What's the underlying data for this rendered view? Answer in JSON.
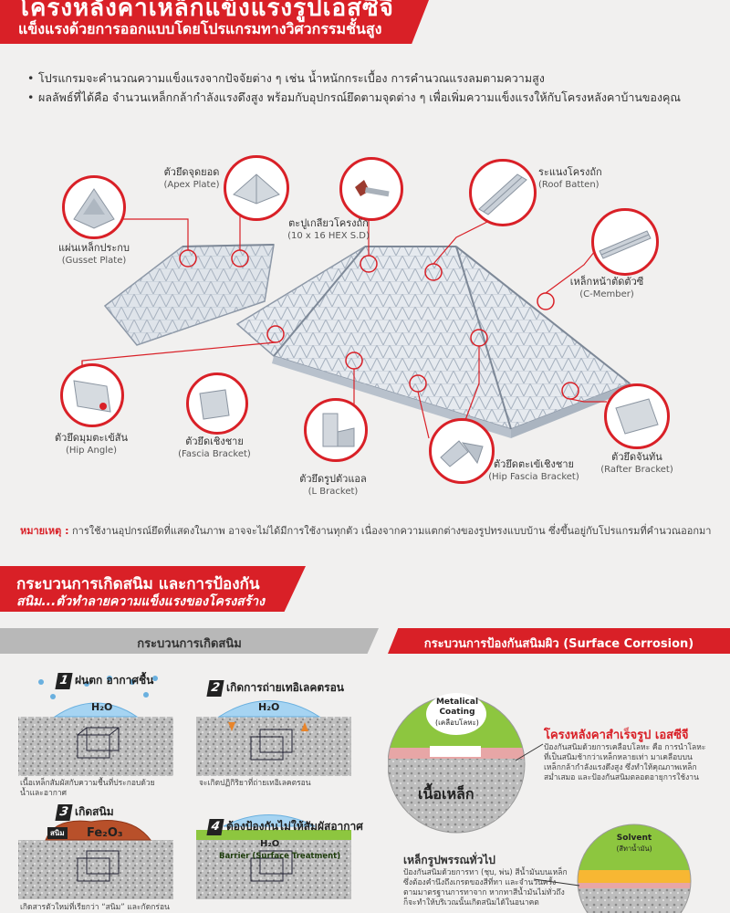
{
  "header": {
    "title": "โครงหลังคาเหล็กแข็งแรงรูปเอสซีจี",
    "subtitle": "แข็งแรงด้วยการออกแบบโดยโปรแกรมทางวิศวกรรมชั้นสูง"
  },
  "bullets": [
    "โปรแกรมจะคำนวณความแข็งแรงจากปัจจัยต่าง ๆ เช่น น้ำหนักกระเบื้อง การคำนวณแรงลมตามความสูง",
    "ผลลัพธ์ที่ได้คือ จำนวนเหล็กกล้ากำลังแรงดึงสูง พร้อมกับอุปกรณ์ยึดตามจุดต่าง ๆ เพื่อเพิ่มความแข็งแรงให้กับโครงหลังคาบ้านของคุณ"
  ],
  "callouts": {
    "apex": {
      "th": "ตัวยึดจุดยอด",
      "en": "(Apex Plate)",
      "icon": "apex-plate-icon"
    },
    "screw": {
      "th": "ตะปูเกลียวโครงถัก",
      "en": "(10 x 16 HEX S.D)",
      "icon": "hex-screw-icon"
    },
    "batten": {
      "th": "ระแนงโครงถัก",
      "en": "(Roof Batten)",
      "icon": "roof-batten-icon"
    },
    "gusset": {
      "th": "แผ่นเหล็กประกบ",
      "en": "(Gusset Plate)",
      "icon": "gusset-plate-icon"
    },
    "cmember": {
      "th": "เหล็กหน้าตัดตัวซี",
      "en": "(C-Member)",
      "icon": "c-member-icon"
    },
    "hip_angle": {
      "th": "ตัวยึดมุมตะเข้สัน",
      "en": "(Hip Angle)",
      "icon": "hip-angle-icon"
    },
    "fascia": {
      "th": "ตัวยึดเชิงชาย",
      "en": "(Fascia Bracket)",
      "icon": "fascia-bracket-icon"
    },
    "lbracket": {
      "th": "ตัวยึดรูปตัวแอล",
      "en": "(L Bracket)",
      "icon": "l-bracket-icon"
    },
    "hip_fascia": {
      "th": "ตัวยึดตะเข้เชิงชาย",
      "en": "(Hip Fascia Bracket)",
      "icon": "hip-fascia-bracket-icon"
    },
    "rafter": {
      "th": "ตัวยึดจันทัน",
      "en": "(Rafter Bracket)",
      "icon": "rafter-bracket-icon"
    }
  },
  "note": {
    "key": "หมายเหตุ :",
    "text": "การใช้งานอุปกรณ์ยึดที่แสดงในภาพ อาจจะไม่ได้มีการใช้งานทุกตัว เนื่องจากความแตกต่างของรูปทรงแบบบ้าน ซึ่งขึ้นอยู่กับโปรแกรมที่คำนวณออกมา"
  },
  "section2": {
    "title": "กระบวนการเกิดสนิม และการป้องกัน",
    "subtitle": "สนิม...ตัวทำลายความแข็งแรงของโครงสร้าง",
    "left_header": "กระบวนการเกิดสนิม",
    "right_header": "กระบวนการป้องกันสนิมผิว (Surface Corrosion)"
  },
  "steps": [
    {
      "num": "1",
      "title": "ฝนตก อากาศชื้น",
      "chem": "H₂O",
      "caption": [
        "เนื้อเหล็กสัมผัสกับความชื้นที่ประกอบด้วย",
        "น้ำและอากาศ"
      ]
    },
    {
      "num": "2",
      "title": "เกิดการถ่ายเทอิเลคตรอน",
      "chem": "H₂O",
      "caption": [
        "จะเกิดปฏิกิริยาที่ถ่ายเทอิเลคตรอน"
      ]
    },
    {
      "num": "3",
      "title": "เกิดสนิม",
      "chem": "Fe₂O₃",
      "tag": "สนิม",
      "caption": [
        "เกิดสารตัวใหม่ที่เรียกว่า “สนิม” และกัดกร่อน"
      ]
    },
    {
      "num": "4",
      "title": "ต้องป้องกันไม่ให้สัมผัสอากาศ",
      "chem": "H₂O",
      "barrier": "Barrier (Surface Treatment)",
      "caption": []
    }
  ],
  "protect": {
    "coating_label": [
      "Metalical",
      "Coating",
      "(เคลือบโลหะ)"
    ],
    "steel_label": "เนื้อเหล็ก",
    "scg_title": "โครงหลังคาสำเร็จรูป เอสซีจี",
    "scg_text": [
      "ป้องกันสนิมด้วยการเคลือบโลหะ คือ การนำโลหะ",
      "ที่เป็นสนิมช้ากว่าเหล็กหลายเท่า มาเคลือบบน",
      "เหล็กกล้ากำลังแรงดึงสูง ซึ่งทำให้คุณภาพเหล็ก",
      "สม่ำเสมอ และป้องกันสนิมตลอดอายุการใช้งาน"
    ],
    "general_title": "เหล็กรูปพรรณทั่วไป",
    "general_text": [
      "ป้องกันสนิมด้วยการทา (ชุบ, พ่น) สีน้ำมันบนเหล็ก",
      "ซึ่งต้องคำนึงถึงเกรดของสีที่ทา และจำนวนครั้ง",
      "ตามมาตรฐานการทาจาก หากทาสีน้ำมันไม่ทั่วถึง",
      "ก็จะทำให้บริเวณนั้นเกิดสนิมได้ในอนาคต"
    ],
    "solvent_label": [
      "Solvent",
      "(สีทาน้ำมัน)"
    ]
  },
  "colors": {
    "accent": "#d92027",
    "coating": "#8dc63f",
    "solvent": "#f7b733",
    "water": "#a6d4f2"
  }
}
